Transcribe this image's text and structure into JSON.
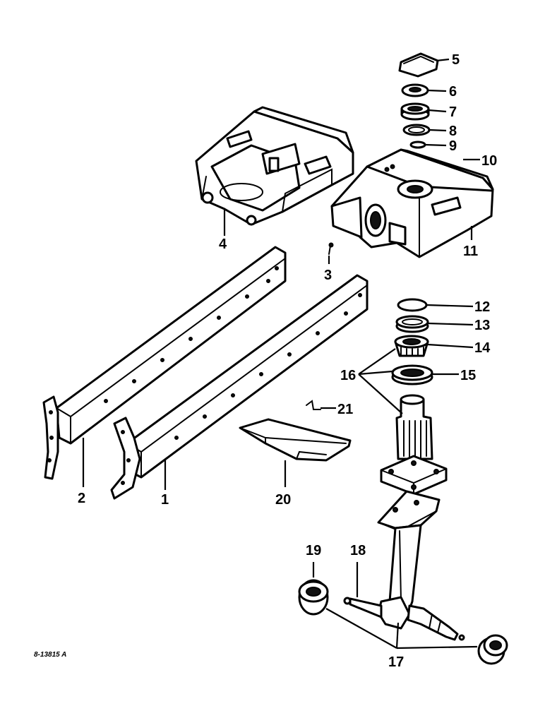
{
  "diagram": {
    "drawing_code": "8-13815 A",
    "callouts": [
      "1",
      "2",
      "3",
      "4",
      "5",
      "6",
      "7",
      "8",
      "9",
      "10",
      "11",
      "12",
      "13",
      "14",
      "15",
      "16",
      "17",
      "18",
      "19",
      "20",
      "21"
    ]
  }
}
